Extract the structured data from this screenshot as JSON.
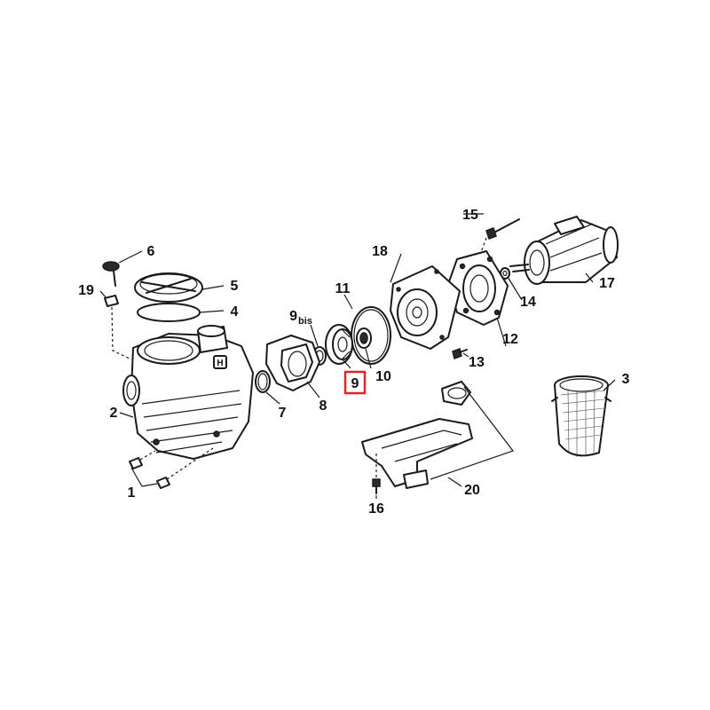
{
  "diagram": {
    "highlight_color": "#e0262b",
    "highlighted_part": "9",
    "labels": {
      "p1": "1",
      "p2": "2",
      "p3": "3",
      "p4": "4",
      "p5": "5",
      "p6": "6",
      "p7": "7",
      "p8": "8",
      "p9bis_num": "9",
      "p9bis_sub": "bis",
      "p9": "9",
      "p10": "10",
      "p11": "11",
      "p12": "12",
      "p13": "13",
      "p14": "14",
      "p15": "15",
      "p16": "16",
      "p17": "17",
      "p18": "18",
      "p19": "19",
      "p20": "20"
    }
  }
}
